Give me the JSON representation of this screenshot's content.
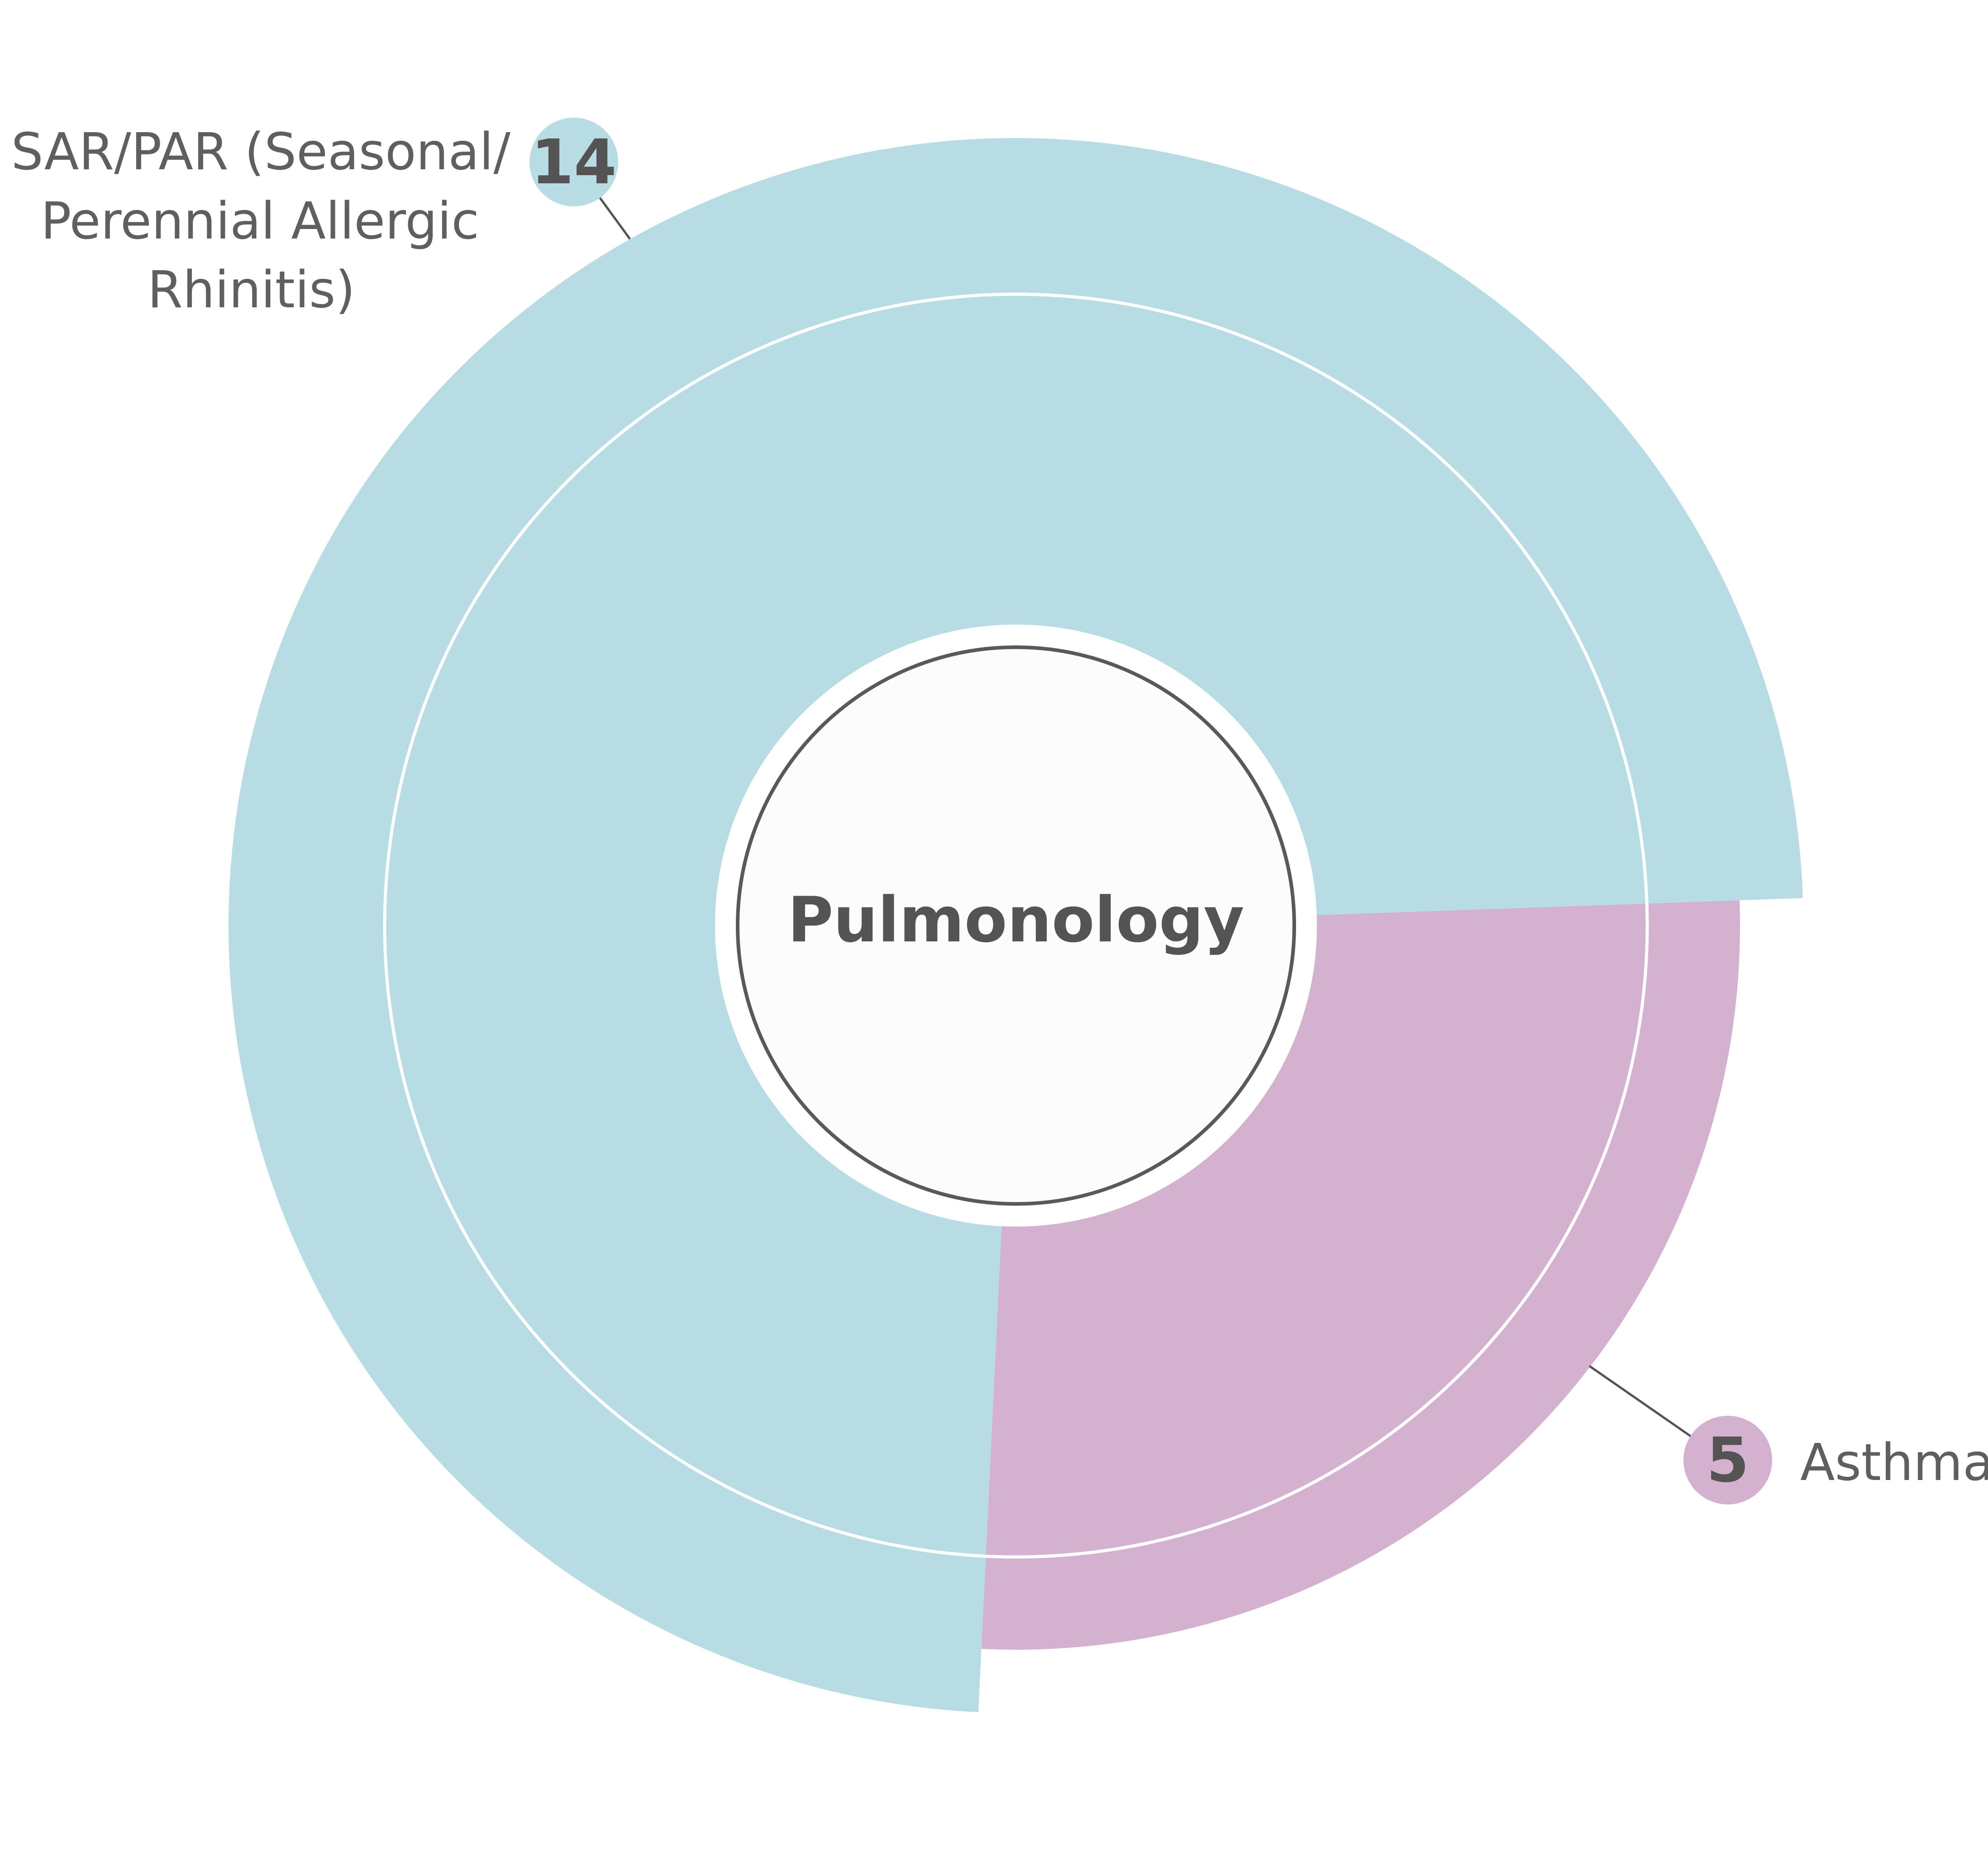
{
  "chart_data": {
    "type": "pie",
    "center_label": "Pulmonology",
    "slices": [
      {
        "label_lines": [
          "SAR/PAR (Seasonal/",
          "Perennial Allergic",
          "Rhinitis)"
        ],
        "value": 14,
        "color": "#b8dce4"
      },
      {
        "label_lines": [
          "Asthma"
        ],
        "value": 5,
        "color": "#d3b1cf"
      }
    ]
  }
}
